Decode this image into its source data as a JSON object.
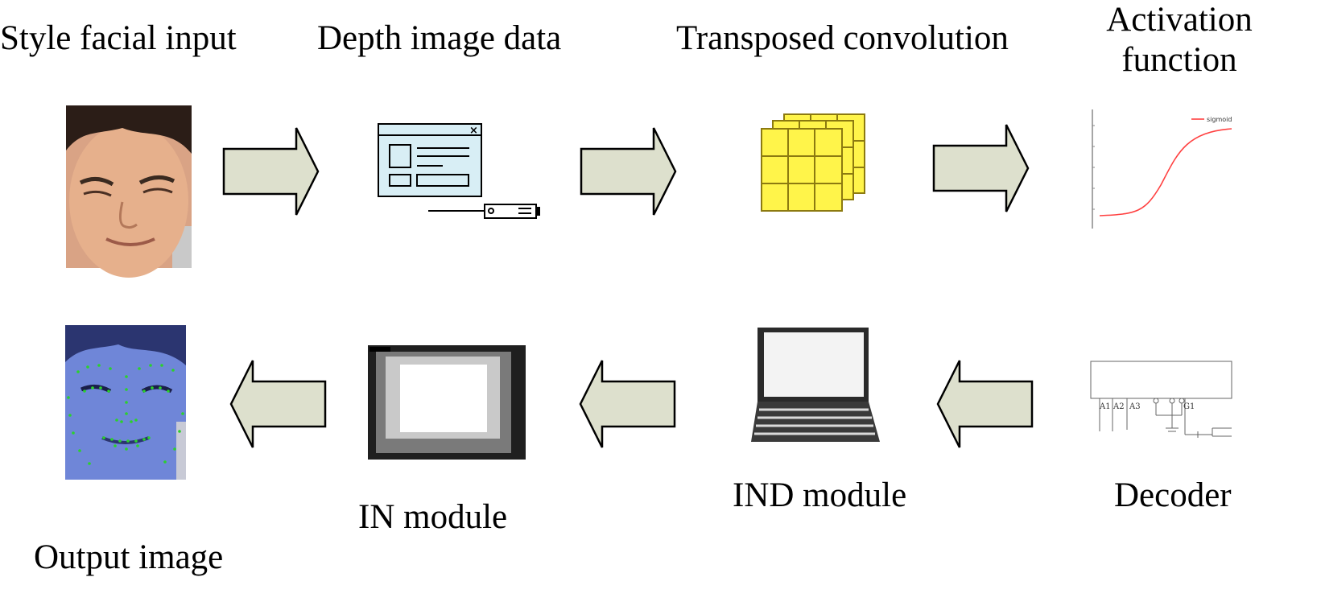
{
  "labels": {
    "style_facial_input": "Style facial input",
    "depth_image_data": "Depth image data",
    "transposed_convolution": "Transposed convolution",
    "activation_line1": "Activation",
    "activation_line2": "function",
    "output_image": "Output image",
    "in_module": "IN module",
    "ind_module": "IND module",
    "decoder": "Decoder"
  },
  "sigmoid_legend": "sigmoid",
  "decoder_pins": [
    "A1",
    "A2",
    "A3",
    "G1"
  ],
  "colors": {
    "arrow_fill": "#dde0cd",
    "grid_yellow": "#fff44a",
    "grid_line": "#8c7a10",
    "window_fill": "#d8eef5",
    "sigmoid_curve": "#ff4040",
    "skin": "#e6b08c",
    "face_blue": "#6f86d8",
    "landmark_green": "#2bd12b"
  },
  "icons": {
    "face_input": "child-face-photo",
    "depth": "window-and-sensor-icon",
    "transposed": "stacked-grid-icon",
    "activation": "sigmoid-plot-icon",
    "decoder": "decoder-circuit-icon",
    "ind": "laptop-icon",
    "in": "tablet-screen-icon",
    "output": "face-landmarks-photo"
  }
}
